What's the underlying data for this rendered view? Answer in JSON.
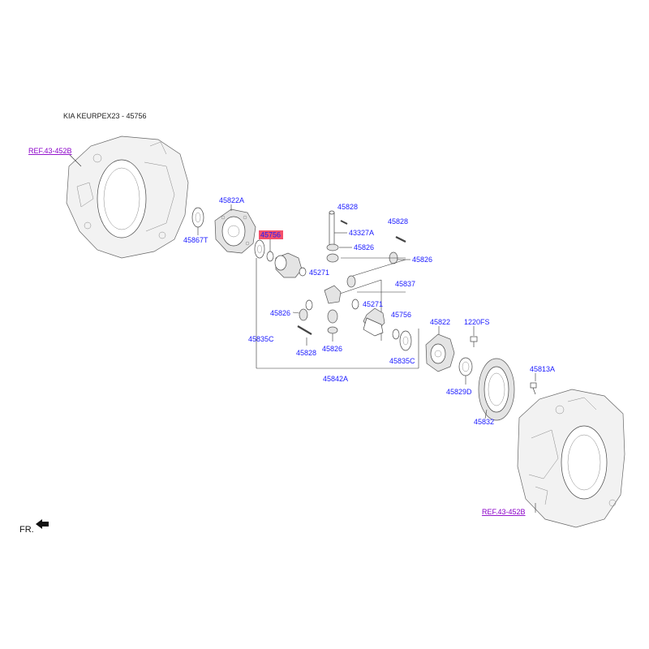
{
  "header": {
    "title": "KIA KEURPEX23 - 45756"
  },
  "highlight": {
    "part": "45756",
    "color": "#f4506b"
  },
  "colors": {
    "part_label": "#1a1aff",
    "ref_label": "#8a00c8"
  },
  "refs": {
    "top_left": "REF.43-452B",
    "bottom_right": "REF.43-452B"
  },
  "parts": {
    "p45822A": "45822A",
    "p45867T": "45867T",
    "p45756_highlight": "45756",
    "p45828_top": "45828",
    "p43327A": "43327A",
    "p45826_top": "45826",
    "p45828_right": "45828",
    "p45826_right": "45826",
    "p45271_a": "45271",
    "p45837": "45837",
    "p45826_left": "45826",
    "p45271_b": "45271",
    "p45756": "45756",
    "p45835C_left": "45835C",
    "p45828_bottom": "45828",
    "p45826_bottom": "45826",
    "p45835C_right": "45835C",
    "p45842A": "45842A",
    "p45822": "45822",
    "p1220FS": "1220FS",
    "p45829D": "45829D",
    "p45813A": "45813A",
    "p45832": "45832"
  },
  "footer": {
    "direction_label": "FR.",
    "direction_icon": "arrow-icon"
  }
}
